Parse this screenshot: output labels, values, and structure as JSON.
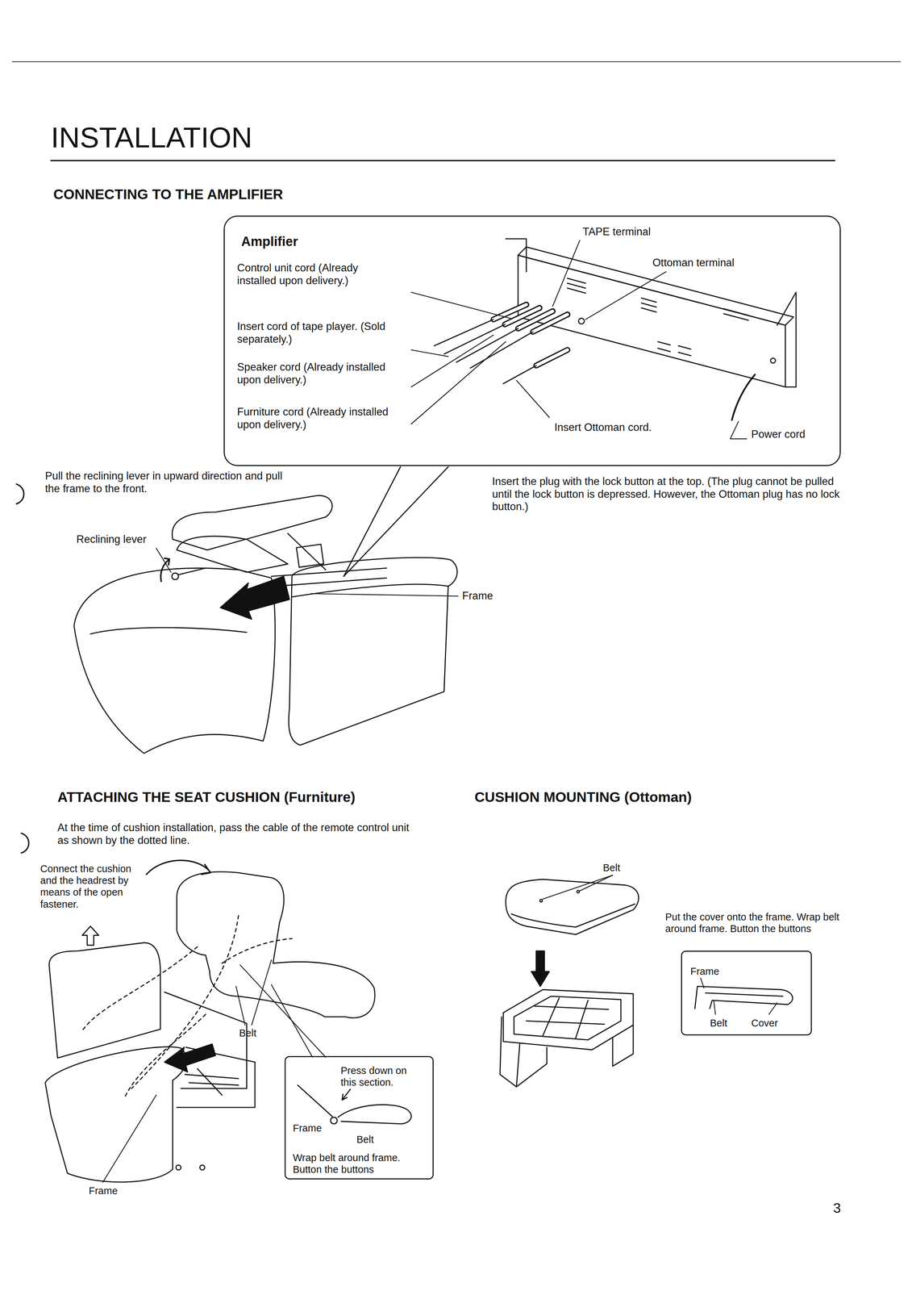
{
  "diagram": {
    "title": "INSTALLATION",
    "nodes": [
      {
        "text": [
          "Amplifier",
          "Control unit cord (Already installed upon delivery.)",
          "Insert cord of tape player. (Sold separately.)",
          "Speaker cord (Already installed upon delivery.)",
          "Furniture cord (Already installed upon delivery.)",
          "TAPE terminal",
          "Ottoman terminal",
          "Insert Ottoman cord.",
          "Power cord"
        ]
      },
      {
        "text": [
          "Press down on this section.",
          "Frame",
          "Belt",
          "Wrap belt around frame. Button the buttons"
        ]
      },
      {
        "text": [
          "Frame",
          "Belt",
          "Cover"
        ]
      }
    ],
    "labels": [
      "CONNECTING TO THE AMPLIFIER",
      "Pull the reclining lever in upward direction and pull the frame to the front.",
      "Reclining lever",
      "Frame",
      "Insert the plug with the lock button at the top. (The plug cannot be pulled until the lock button is depressed. However, the Ottoman plug has no lock button.)",
      "ATTACHING THE SEAT CUSHION (Furniture)",
      "At the time of cushion installation, pass the cable of the remote control unit as shown by the dotted line.",
      "Connect the cushion and the headrest by means of the open fastener.",
      "Belt",
      "Frame",
      "CUSHION MOUNTING (Ottoman)",
      "Belt",
      "Put the cover onto the frame. Wrap belt around frame. Button the buttons",
      "3"
    ]
  }
}
